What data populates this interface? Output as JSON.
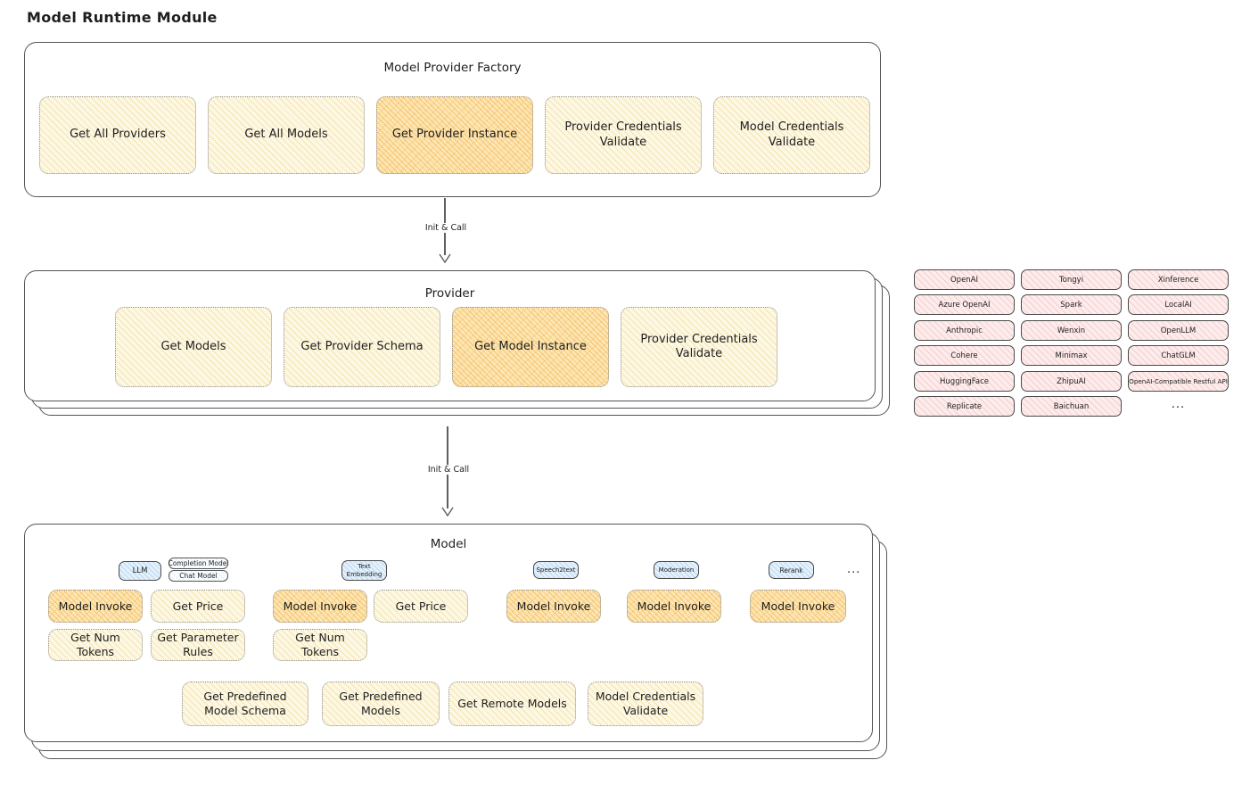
{
  "title": "Model Runtime Module",
  "colors": {
    "yellow_fill": "#fdf8e3",
    "orange_fill": "#fce6b4",
    "pink_fill": "#fdecec",
    "blue_fill": "#e4f1fb",
    "panel_border": "#555555",
    "text": "#1e1e1e"
  },
  "factory": {
    "title": "Model Provider Factory",
    "boxes": [
      {
        "label": "Get All Providers"
      },
      {
        "label": "Get All Models"
      },
      {
        "label": "Get Provider Instance"
      },
      {
        "label": "Provider Credentials Validate"
      },
      {
        "label": "Model Credentials Validate"
      }
    ]
  },
  "arrow1": {
    "label": "Init & Call"
  },
  "arrow2": {
    "label": "Init & Call"
  },
  "provider": {
    "title": "Provider",
    "boxes": [
      {
        "label": "Get Models"
      },
      {
        "label": "Get Provider Schema"
      },
      {
        "label": "Get Model Instance"
      },
      {
        "label": "Provider Credentials Validate"
      }
    ]
  },
  "providers_grid": {
    "col1": [
      "OpenAI",
      "Azure OpenAI",
      "Anthropic",
      "Cohere",
      "HuggingFace",
      "Replicate"
    ],
    "col2": [
      "Tongyi",
      "Spark",
      "Wenxin",
      "Minimax",
      "ZhipuAI",
      "Baichuan"
    ],
    "col3": [
      "Xinference",
      "LocalAI",
      "OpenLLM",
      "ChatGLM",
      "OpenAI-Compatible Restful API"
    ],
    "ellipsis": "..."
  },
  "model": {
    "title": "Model",
    "tags": {
      "llm": "LLM",
      "completion_model": "Completion Model",
      "chat_model": "Chat Model",
      "text_embedding": "Text Embedding",
      "speech2text": "Speech2text",
      "moderation": "Moderation",
      "rerank": "Rerank",
      "ellipsis": "..."
    },
    "ops": {
      "model_invoke": "Model Invoke",
      "get_price": "Get Price",
      "get_num_tokens": "Get Num Tokens",
      "get_parameter_rules": "Get Parameter Rules"
    },
    "bottom": [
      "Get Predefined Model Schema",
      "Get Predefined Models",
      "Get Remote Models",
      "Model Credentials Validate"
    ]
  }
}
